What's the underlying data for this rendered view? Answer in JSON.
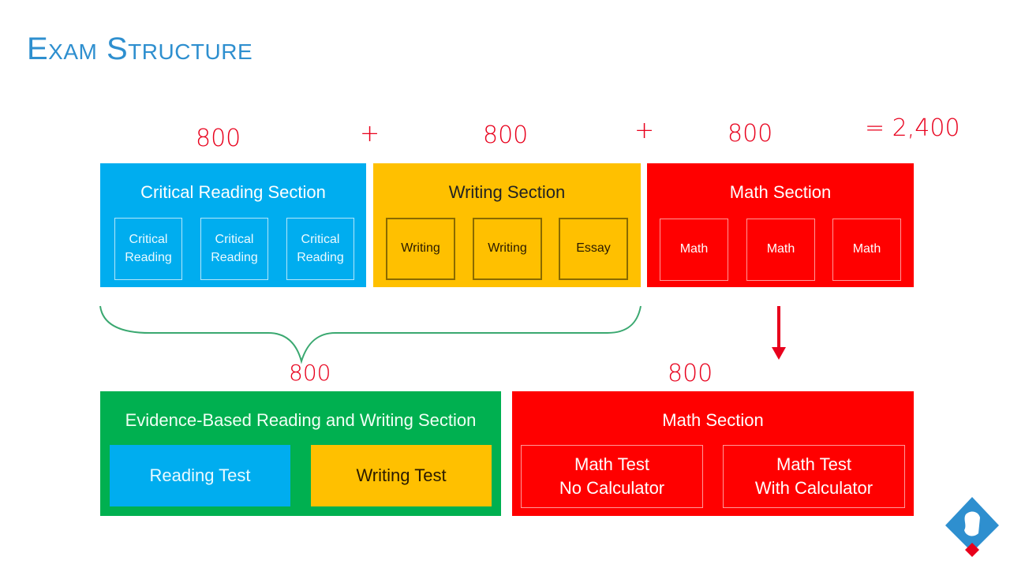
{
  "title": "Exam Structure",
  "old_format": {
    "scores": [
      "800",
      "800",
      "800"
    ],
    "plus": "+",
    "total": "= 2,400",
    "sections": [
      {
        "name": "Critical Reading Section",
        "color": "#00adef",
        "parts": [
          "Critical\nReading",
          "Critical\nReading",
          "Critical\nReading"
        ]
      },
      {
        "name": "Writing Section",
        "color": "#ffc000",
        "parts": [
          "Writing",
          "Writing",
          "Essay"
        ]
      },
      {
        "name": "Math Section",
        "color": "#ff0000",
        "parts": [
          "Math",
          "Math",
          "Math"
        ]
      }
    ]
  },
  "new_format": {
    "scores": [
      "800",
      "800"
    ],
    "sections": [
      {
        "name": "Evidence-Based Reading and Writing Section",
        "color": "#00b050",
        "parts": [
          "Reading Test",
          "Writing Test"
        ]
      },
      {
        "name": "Math Section",
        "color": "#ff0000",
        "parts": [
          "Math Test\nNo Calculator",
          "Math Test\nWith Calculator"
        ]
      }
    ]
  },
  "annotations": {
    "brace_color": "#3aa870",
    "arrow_color": "#e8001c"
  }
}
